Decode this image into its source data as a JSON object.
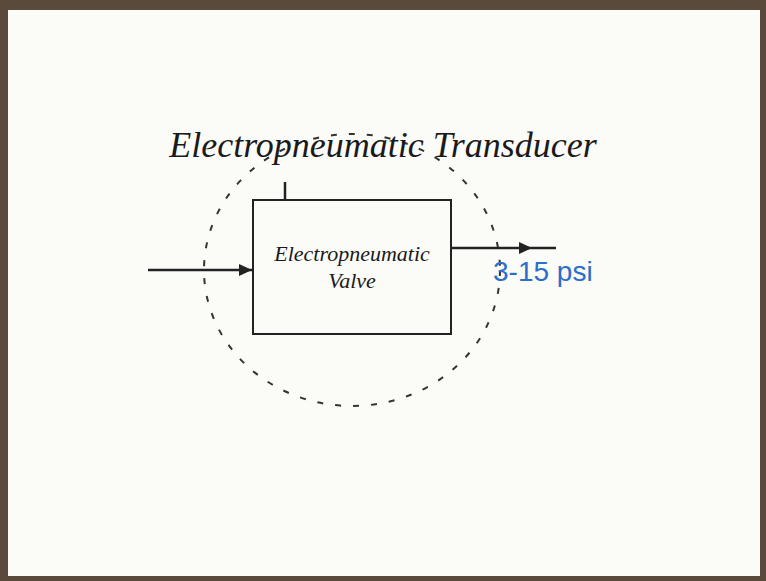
{
  "diagram": {
    "title": "Electropneumatic Transducer",
    "nodes": [
      {
        "text": [
          "Electropneumatic Valve"
        ]
      }
    ],
    "labels": [
      "3-15 psi"
    ]
  }
}
